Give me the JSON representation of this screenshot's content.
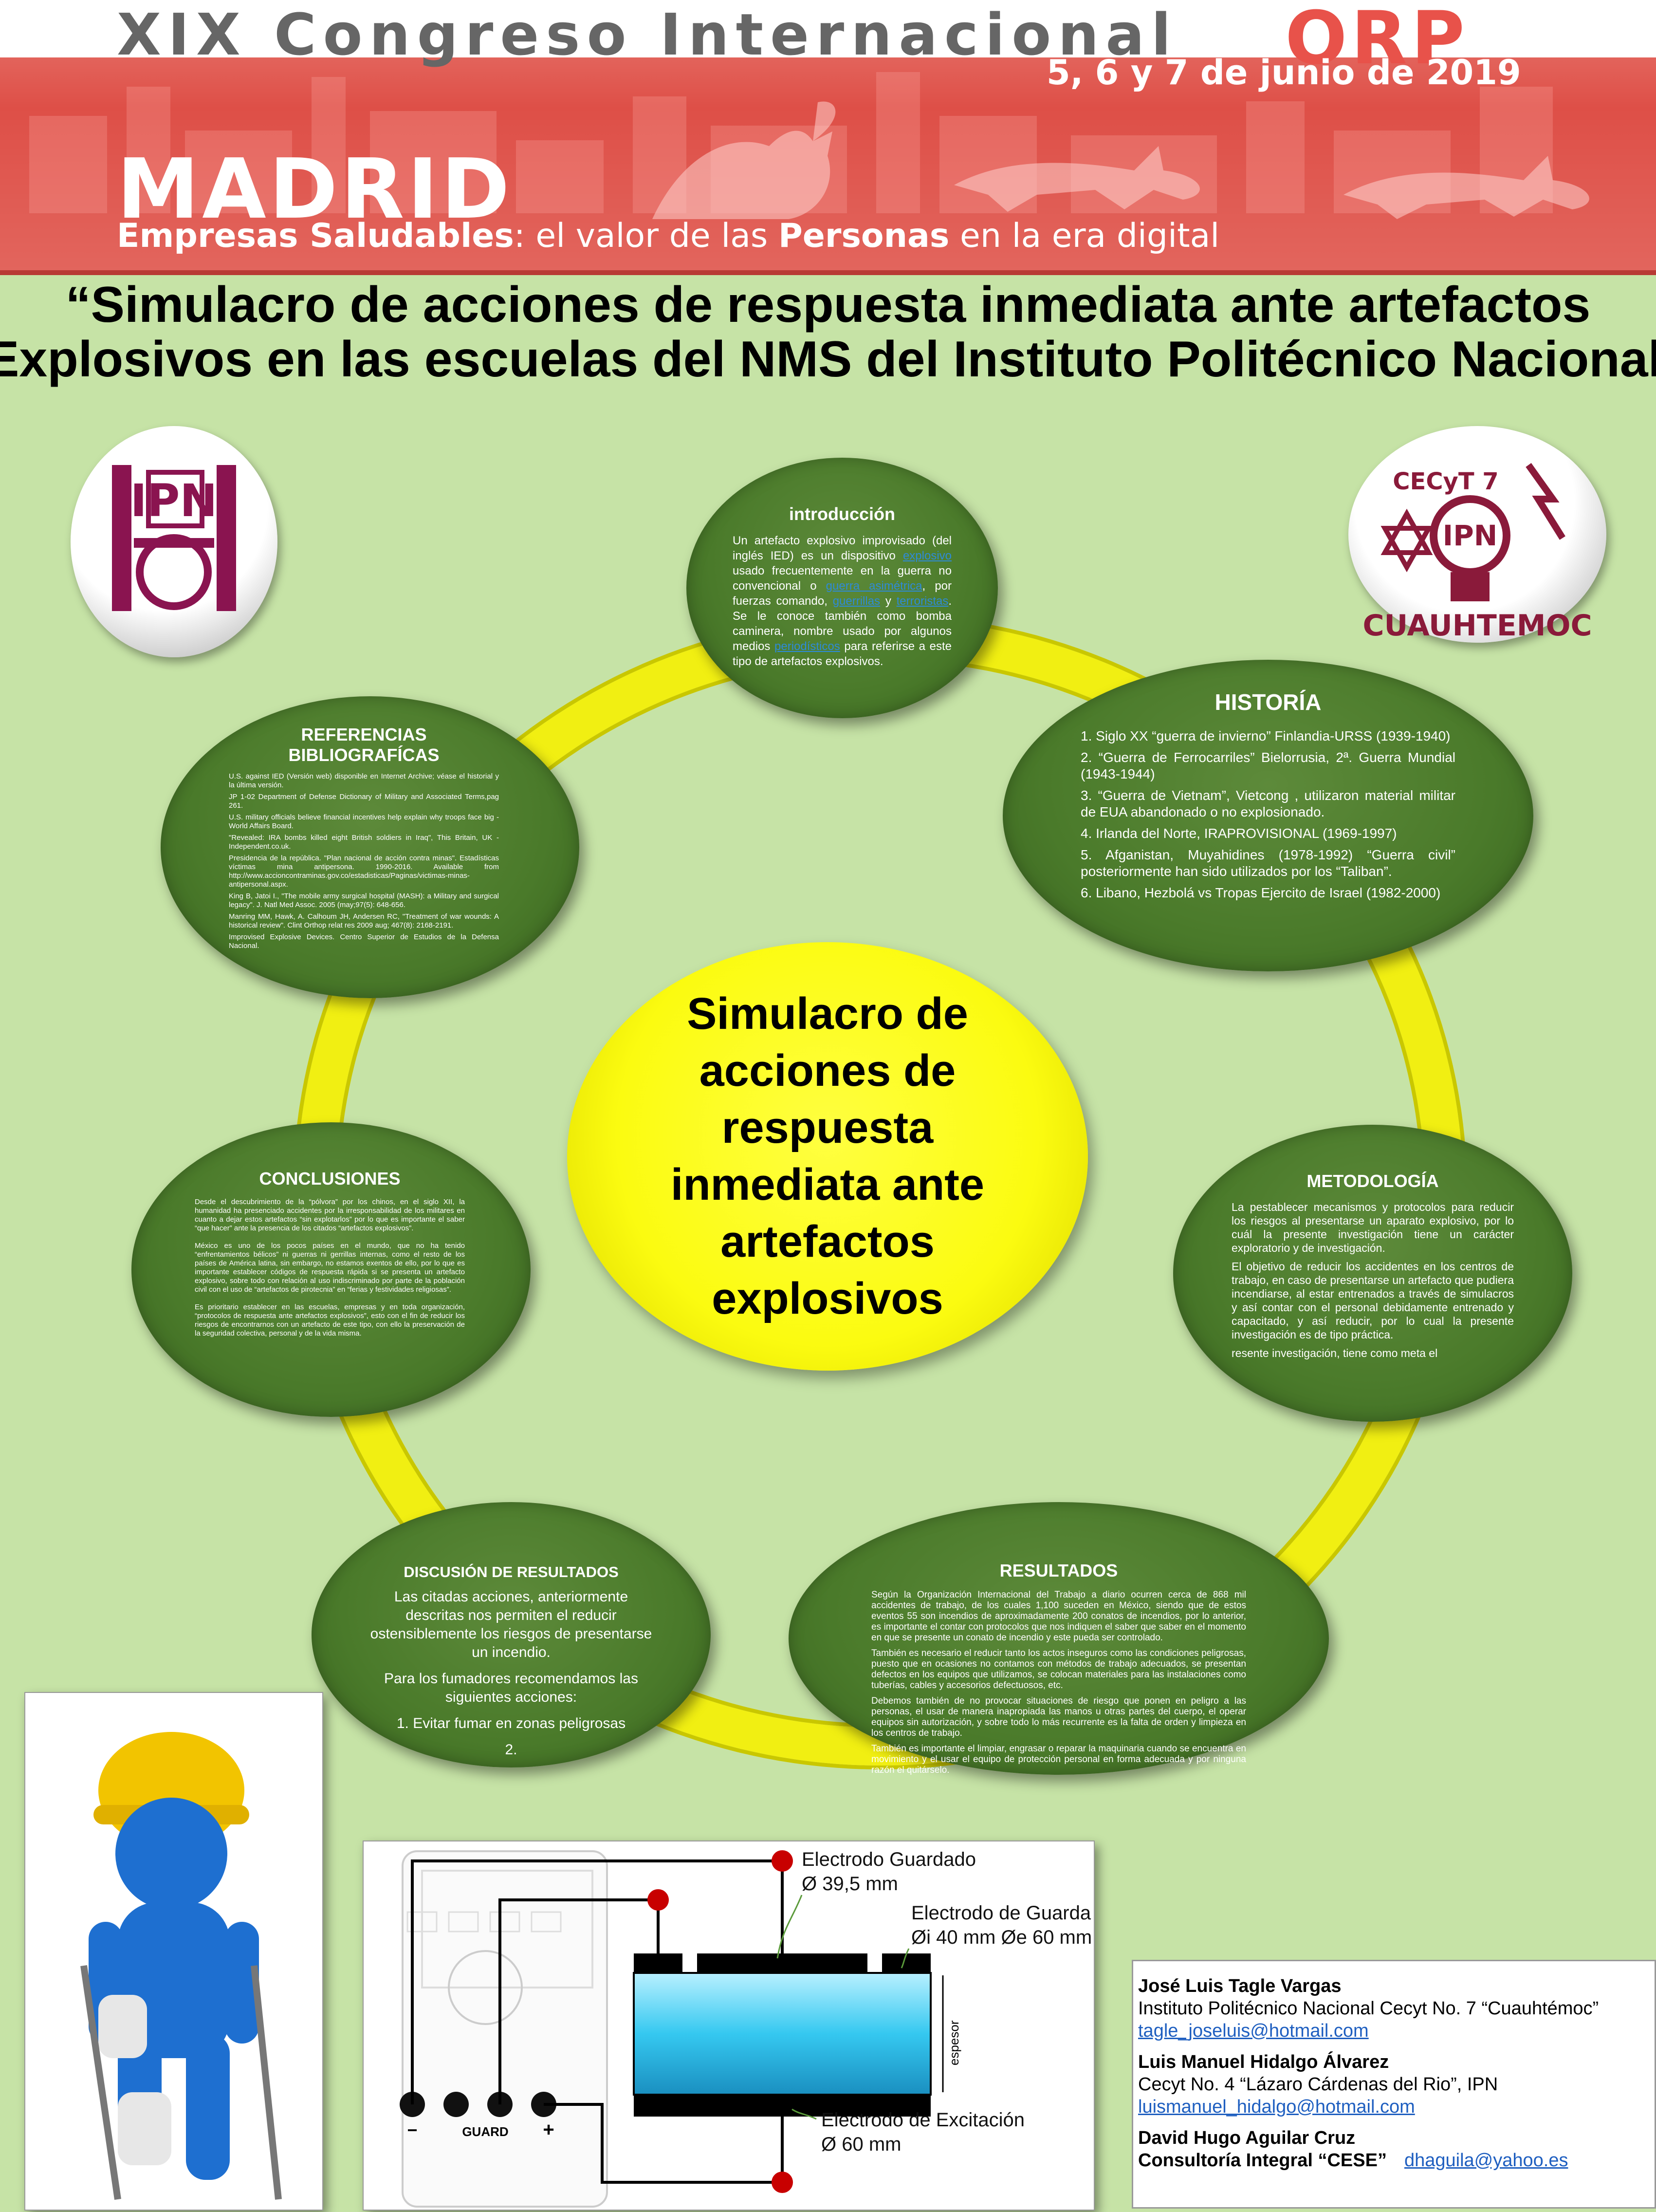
{
  "banner": {
    "congress": "XIX Congreso Internacional",
    "orp": "ORP",
    "dates": "5, 6 y 7 de junio de 2019",
    "city": "MADRID",
    "tagline_bold1": "Empresas Saludables",
    "tagline_mid": ": el valor de las ",
    "tagline_bold2": "Personas",
    "tagline_end": " en la era digital"
  },
  "title": {
    "line1": "“Simulacro de acciones de respuesta inmediata ante artefactos",
    "line2": "Explosivos en las escuelas del NMS del Instituto Politécnico Nacional”"
  },
  "logos": {
    "ipn": "IPN",
    "cecyt_top": "CECyT 7",
    "cecyt_ipn": "IPN",
    "cecyt_bottom": "CUAUHTEMOC"
  },
  "center": {
    "text": "Simulacro de acciones de respuesta inmediata ante artefactos explosivos"
  },
  "intro": {
    "title": "introducción",
    "text_a": "Un artefacto explosivo improvisado (del inglés IED) es un dispositivo ",
    "link1": "explosivo",
    "text_b": " usado frecuentemente en la guerra no convencional o ",
    "link2": "guerra asimétrica",
    "text_c": ", por fuerzas comando, ",
    "link3": "guerrillas",
    "text_d": " y ",
    "link4": "terroristas",
    "text_e": ". Se le conoce también como bomba caminera, nombre usado por algunos medios ",
    "link5": "periodísticos",
    "text_f": " para referirse a este tipo de artefactos explosivos."
  },
  "historia": {
    "title": "HISTORÍA",
    "items": [
      "1. Siglo XX “guerra de invierno” Finlandia-URSS (1939-1940)",
      "2. “Guerra de Ferrocarriles” Bielorrusia, 2ª. Guerra Mundial (1943-1944)",
      "3. “Guerra de Vietnam”, Vietcong , utilizaron material militar de EUA abandonado o no explosionado.",
      "4. Irlanda del Norte, IRAPROVISIONAL (1969-1997)",
      "5. Afganistan, Muyahidines (1978-1992) “Guerra civil” posteriormente han sido utilizados por los “Taliban”.",
      "6. Libano, Hezbolá vs Tropas Ejercito de Israel (1982-2000)"
    ]
  },
  "referencias": {
    "title": "REFERENCIAS BIBLIOGRAFÍCAS",
    "items": [
      "U.S. against IED (Versión web) disponible en Internet Archive; véase el historial y la última versión.",
      "JP 1-02 Department of Defense Dictionary of Military and Associated Terms,pag 261.",
      "U.S. military officials believe financial incentives help explain why troops face big - World Affairs Board.",
      "\"Revealed: IRA bombs killed eight British soldiers in Iraq\", This Britain, UK - Independent.co.uk.",
      "Presidencia de la república. \"Plan nacional de acción contra minas\". Estadísticas víctimas mina antipersona. 1990-2016. Available from http://www.accioncontraminas.gov.co/estadisticas/Paginas/victimas-minas-antipersonal.aspx.",
      "King B, Jatoi I., \"The mobile army surgical hospital (MASH): a Military and surgical legacy\". J. Natl Med Assoc. 2005 (may;97(5): 648-656.",
      "Manring MM, Hawk, A. Calhoum JH, Andersen RC, \"Treatment of war wounds: A historical review\". Clint Orthop relat res 2009 aug; 467(8): 2168-2191.",
      "Improvised Explosive Devices. Centro Superior de Estudios de la Defensa Nacional."
    ]
  },
  "conclusiones": {
    "title": "CONCLUSIONES",
    "p1": "Desde el descubrimiento de la “pólvora” por los chinos, en el siglo XII, la humanidad ha presenciado accidentes por la irresponsabilidad de los militares en cuanto a dejar estos artefactos “sin explotarlos” por lo que es importante el saber “que hacer” ante la presencia de los citados “artefactos explosivos”.",
    "p2": "México es uno de los pocos países en el mundo, que no ha tenido “enfrentamientos bélicos” ni guerras ni gerrillas internas, como el resto de los países de América latina, sin embargo, no estamos exentos de ello, por lo que es importante establecer códigos de respuesta rápida si se presenta un artefacto explosivo, sobre todo con relación al uso indiscriminado por parte de la población civil con el uso de “artefactos de pirotecnia” en “ferias y festividades religiosas”.",
    "p3": "Es prioritario establecer en las escuelas, empresas y en toda organización, “protocolos de respuesta ante artefactos explosivos”, esto con el fin de reducir los riesgos de encontrarnos con un artefacto de este tipo, con ello la preservación de la seguridad colectiva, personal y de la vida misma."
  },
  "metodologia": {
    "title": "METODOLOGÍA",
    "p1": "La pestablecer mecanismos y protocolos para reducir los riesgos al presentarse un aparato explosivo, por lo cuál la presente investigación tiene un carácter exploratorio y de investigación.",
    "p2": "El objetivo de reducir los accidentes en los centros de trabajo, en caso de presentarse un artefacto que pudiera incendiarse, al estar entrenados a través de simulacros y así contar con el personal debidamente entrenado y capacitado, y así reducir, por lo cual la presente investigación es de tipo práctica.",
    "p3": "resente investigación, tiene como meta el"
  },
  "discusion": {
    "title": "DISCUSIÓN DE RESULTADOS",
    "p1": "Las citadas acciones, anteriormente descritas nos permiten el reducir ostensiblemente los riesgos de presentarse un incendio.",
    "p2": "Para los fumadores recomendamos las siguientes acciones:",
    "item1": "1. Evitar fumar en zonas peligrosas",
    "item2": "2."
  },
  "resultados": {
    "title": "RESULTADOS",
    "p1": "Según la Organización Internacional del Trabajo a diario ocurren cerca de 868 mil accidentes de trabajo, de los cuales 1,100 suceden en México, siendo que de estos eventos 55 son incendios de aproximadamente 200 conatos de incendios, por lo anterior, es importante el contar con protocolos que nos indiquen el saber que saber en el momento en que se presente un conato de incendio y este pueda ser controlado.",
    "p2": "También es necesario el reducir tanto los actos inseguros como las condiciones peligrosas, puesto que en ocasiones no contamos con métodos de trabajo adecuados, se presentan defectos en los equipos que utilizamos, se colocan materiales para las instalaciones como tuberías, cables y accesorios defectuosos, etc.",
    "p3": "Debemos también de no provocar situaciones de riesgo que ponen en peligro a las personas, el usar de manera inapropiada las manos u otras partes del cuerpo, el operar equipos sin autorización, y sobre todo lo más recurrente es la falta de orden y limpieza en los centros de trabajo.",
    "p4": "También es importante el limpiar, engrasar o reparar la maquinaria cuando se encuentra en movimiento y el usar el equipo de protección personal en forma adecuada y por ninguna razón el quitárselo."
  },
  "diagram": {
    "label1": "Electrodo Guardado",
    "label1b": "Ø 39,5 mm",
    "label2": "Electrodo de Guarda",
    "label2b": "Øi 40 mm Øe 60 mm",
    "label3": "Electrodo de Excitación",
    "label3b": "Ø 60 mm",
    "espesor": "espesor",
    "minus": "−",
    "guard": "GUARD",
    "plus": "+"
  },
  "authors": [
    {
      "name": "José Luis Tagle Vargas",
      "inst": "Instituto Politécnico Nacional Cecyt No. 7 “Cuauhtémoc”",
      "email": "tagle_joseluis@hotmail.com"
    },
    {
      "name": "Luis Manuel Hidalgo Álvarez",
      "inst": "Cecyt No. 4 “Lázaro Cárdenas del Rio”,  IPN",
      "email": "luismanuel_hidalgo@hotmail.com"
    },
    {
      "name": "David Hugo Aguilar Cruz",
      "inst": "Consultoría Integral “CESE”",
      "email": "dhaguila@yahoo.es"
    }
  ],
  "colors": {
    "background": "#c6e3a6",
    "banner_red": "#de4f47",
    "bubble_green": "#4a7a2a",
    "ring_yellow": "#f1ef12",
    "center_yellow": "#fbfb10"
  }
}
